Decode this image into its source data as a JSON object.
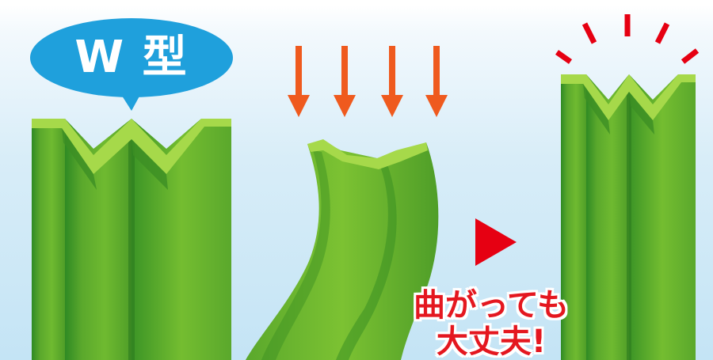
{
  "bubble": {
    "label": "W 型"
  },
  "caption": {
    "line1": "曲がっても",
    "line2": "大丈夫!"
  },
  "colors": {
    "green_face_light": "#7cc232",
    "green_face_dark": "#2e7d1e",
    "green_rim": "#a6d94a",
    "bubble_blue": "#1fa0dc",
    "arrow_orange": "#ef5a1e",
    "play_red": "#e60012",
    "burst_red": "#e60012",
    "caption_red": "#e4171f"
  },
  "icons": [
    "speech-bubble",
    "down-arrow",
    "play-triangle",
    "impact-burst"
  ]
}
